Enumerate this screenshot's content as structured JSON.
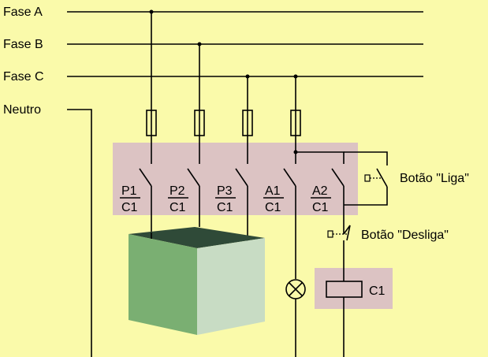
{
  "colors": {
    "background": "#fafaaa",
    "contactor_box": "#dcc3c3",
    "motor_front": "#7aaf72",
    "motor_side": "#c8dcc4",
    "motor_top": "#2f4a38",
    "wire": "#000000"
  },
  "phases": {
    "a": "Fase A",
    "b": "Fase B",
    "c": "Fase C",
    "neutral": "Neutro"
  },
  "contacts": [
    {
      "top": "P1",
      "bottom": "C1"
    },
    {
      "top": "P2",
      "bottom": "C1"
    },
    {
      "top": "P3",
      "bottom": "C1"
    },
    {
      "top": "A1",
      "bottom": "C1"
    },
    {
      "top": "A2",
      "bottom": "C1"
    }
  ],
  "buttons": {
    "on": "Botão \"Liga\"",
    "off": "Botão \"Desliga\""
  },
  "coil": {
    "label": "C1"
  },
  "icons": {
    "lamp": "lamp-icon",
    "motor": "motor-icon"
  }
}
